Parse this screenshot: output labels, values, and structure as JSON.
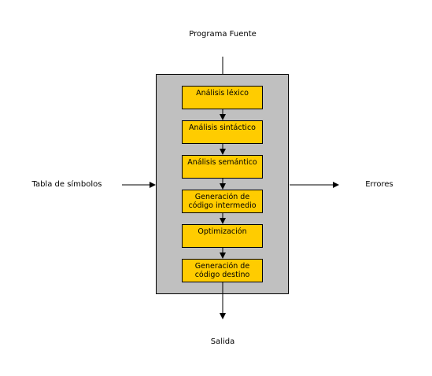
{
  "inputs": {
    "source": "Programa Fuente",
    "symbol_table": "Tabla de símbolos"
  },
  "outputs": {
    "errors": "Errores",
    "exit": "Salida"
  },
  "phases": [
    {
      "lines": [
        "Análisis léxico"
      ]
    },
    {
      "lines": [
        "Análisis sintáctico"
      ]
    },
    {
      "lines": [
        "Análisis semántico"
      ]
    },
    {
      "lines": [
        "Generación de",
        "código intermedio"
      ]
    },
    {
      "lines": [
        "Optimización"
      ]
    },
    {
      "lines": [
        "Generación de",
        "código destino"
      ]
    }
  ],
  "colors": {
    "compiler_box": "#c0c0c0",
    "phase_box": "#ffcc00",
    "stroke": "#000000"
  }
}
